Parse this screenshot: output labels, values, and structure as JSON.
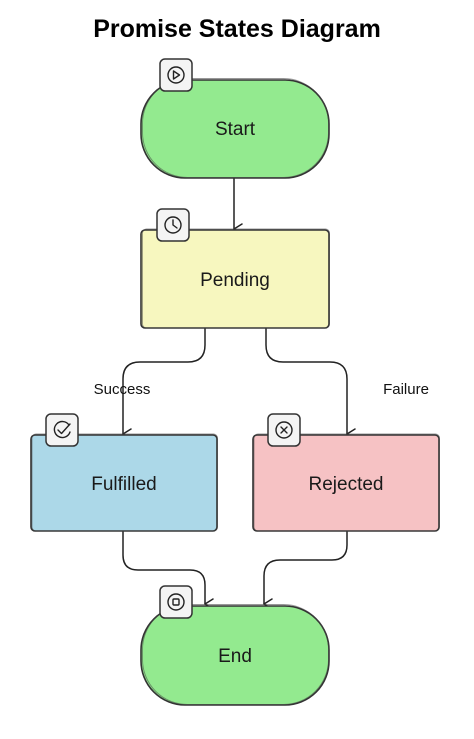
{
  "title": "Promise States Diagram",
  "colors": {
    "terminal": "#93ea8f",
    "pending": "#f7f7bf",
    "fulfilled": "#acd8e8",
    "rejected": "#f6c2c4",
    "stroke": "#333333"
  },
  "nodes": {
    "start": {
      "label": "Start",
      "icon": "play-icon"
    },
    "pending": {
      "label": "Pending",
      "icon": "clock-icon"
    },
    "fulfilled": {
      "label": "Fulfilled",
      "icon": "check-circle-icon"
    },
    "rejected": {
      "label": "Rejected",
      "icon": "x-circle-icon"
    },
    "end": {
      "label": "End",
      "icon": "stop-icon"
    }
  },
  "edges": [
    {
      "from": "Start",
      "to": "Pending",
      "label": ""
    },
    {
      "from": "Pending",
      "to": "Fulfilled",
      "label": "Success"
    },
    {
      "from": "Pending",
      "to": "Rejected",
      "label": "Failure"
    },
    {
      "from": "Fulfilled",
      "to": "End",
      "label": ""
    },
    {
      "from": "Rejected",
      "to": "End",
      "label": ""
    }
  ]
}
